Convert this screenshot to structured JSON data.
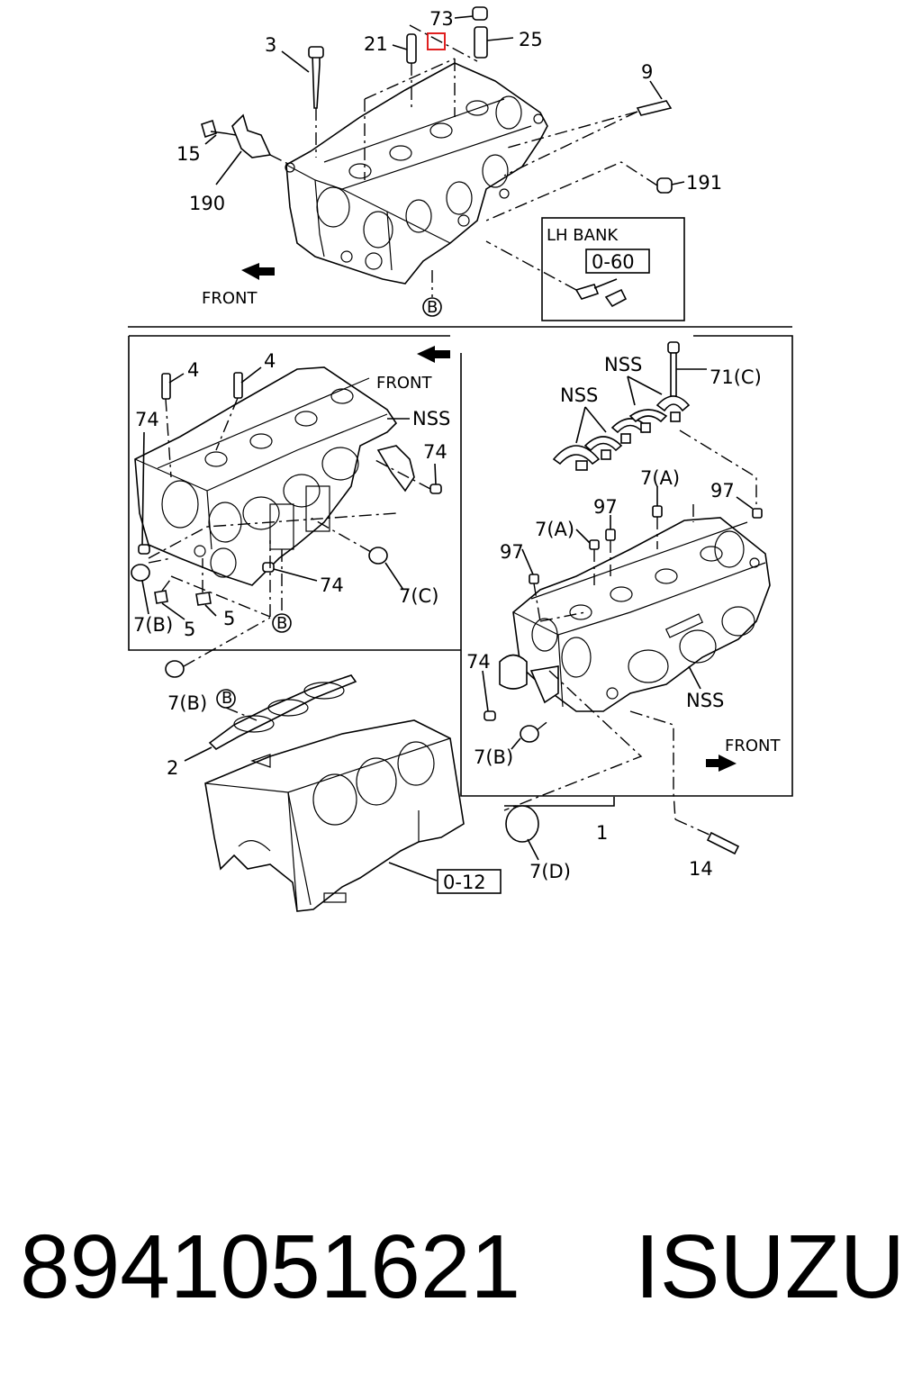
{
  "labels": {
    "n73": "73",
    "n21": "21",
    "n25": "25",
    "n3": "3",
    "n9": "9",
    "n15": "15",
    "n190": "190",
    "n191": "191",
    "lh_bank": "LH  BANK",
    "ref_0_60": "0-60",
    "front_top": "FRONT",
    "b_top": "B",
    "n4a": "4",
    "n4b": "4",
    "front_left": "FRONT",
    "nss_left": "NSS",
    "n74a": "74",
    "n74b": "74",
    "n74c": "74",
    "n7c": "7(C)",
    "n7b_a": "7(B)",
    "n5a": "5",
    "n5b": "5",
    "b_left": "B",
    "nss_a": "NSS",
    "nss_b": "NSS",
    "n71c": "71(C)",
    "n7a_a": "7(A)",
    "n7a_b": "7(A)",
    "n97a": "97",
    "n97b": "97",
    "n97c": "97",
    "n74d": "74",
    "nss_right": "NSS",
    "front_right": "FRONT",
    "n7b_c": "7(B)",
    "n7b_b": "7(B)",
    "b_gasket": "B",
    "n2": "2",
    "n1": "1",
    "n7d": "7(D)",
    "n14": "14",
    "ref_0_12": "0-12"
  },
  "footer": {
    "part_number": "8941051621",
    "brand": "ISUZU"
  },
  "colors": {
    "highlight": "#e02020"
  }
}
